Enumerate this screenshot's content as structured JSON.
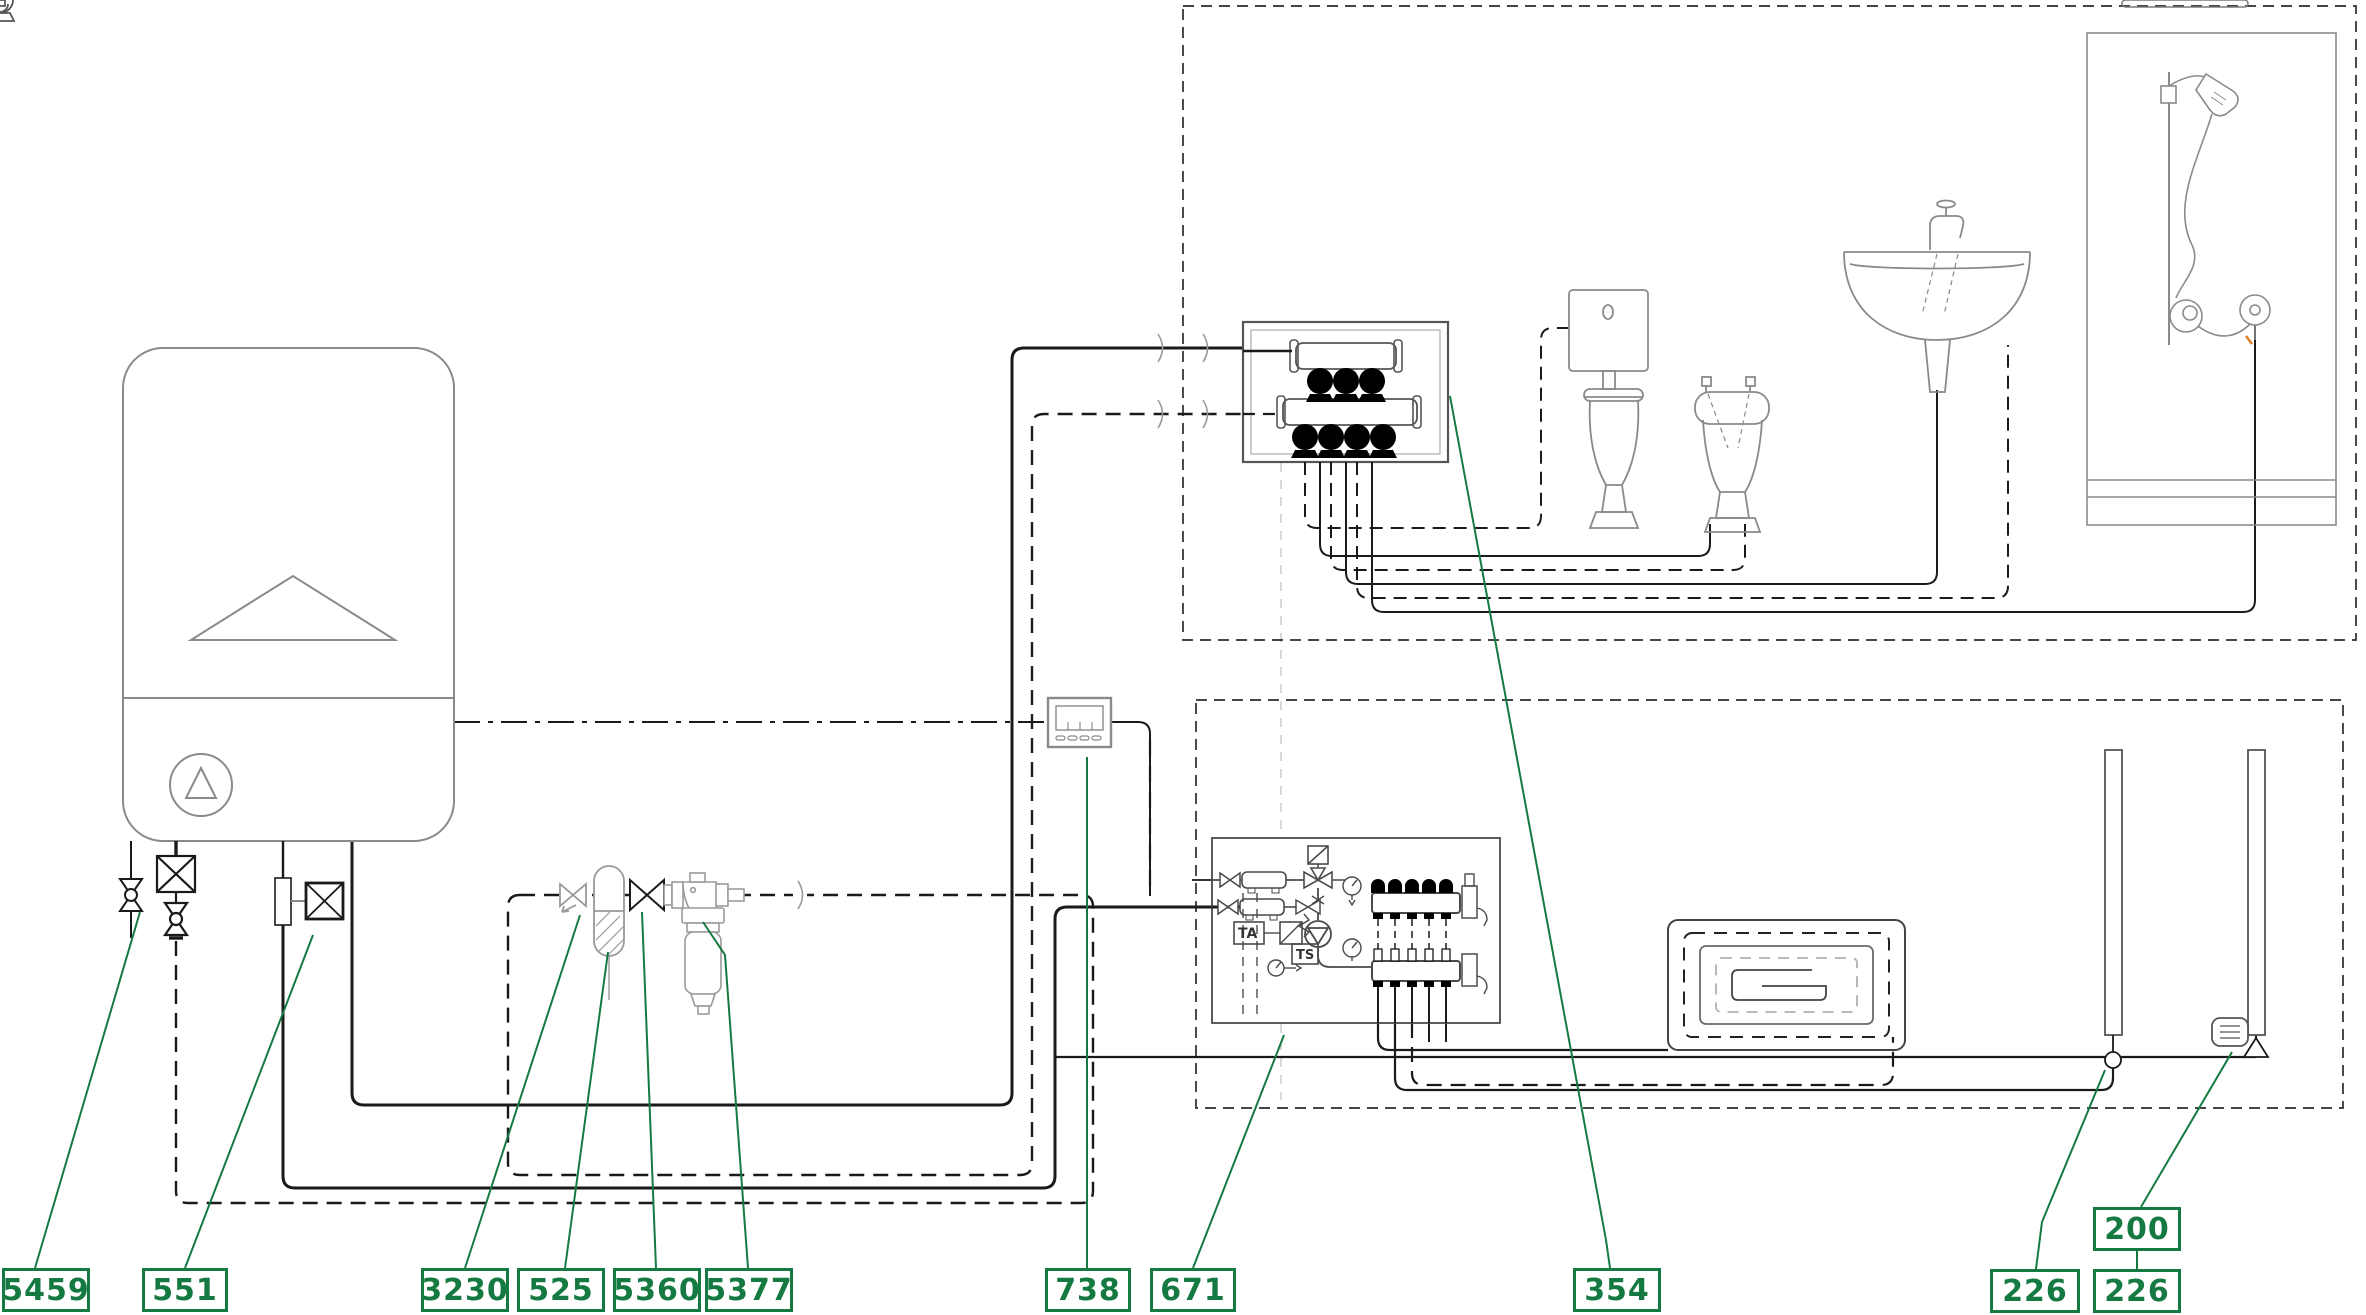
{
  "diagram": {
    "kind": "boiler-sanitary-heating-hydraulic-schematic"
  },
  "colors": {
    "label_green": "#157a41",
    "pipe_black": "#1a1a1a",
    "fixture_gray": "#8a8a8a"
  },
  "labels": {
    "boiler_drain_valve": "5459",
    "gas_shutoff_valve": "551",
    "check_valve": "3230",
    "dosing_unit": "525",
    "shutoff_valve": "5360",
    "water_filter": "5377",
    "room_thermostat": "738",
    "mixing_station": "671",
    "sanitary_manifold": "354",
    "radiator_valve_left": "226",
    "electric_heating_element": "200",
    "radiator_valve_right": "226"
  },
  "mixing_station": {
    "ta": "TA",
    "ts": "TS"
  }
}
